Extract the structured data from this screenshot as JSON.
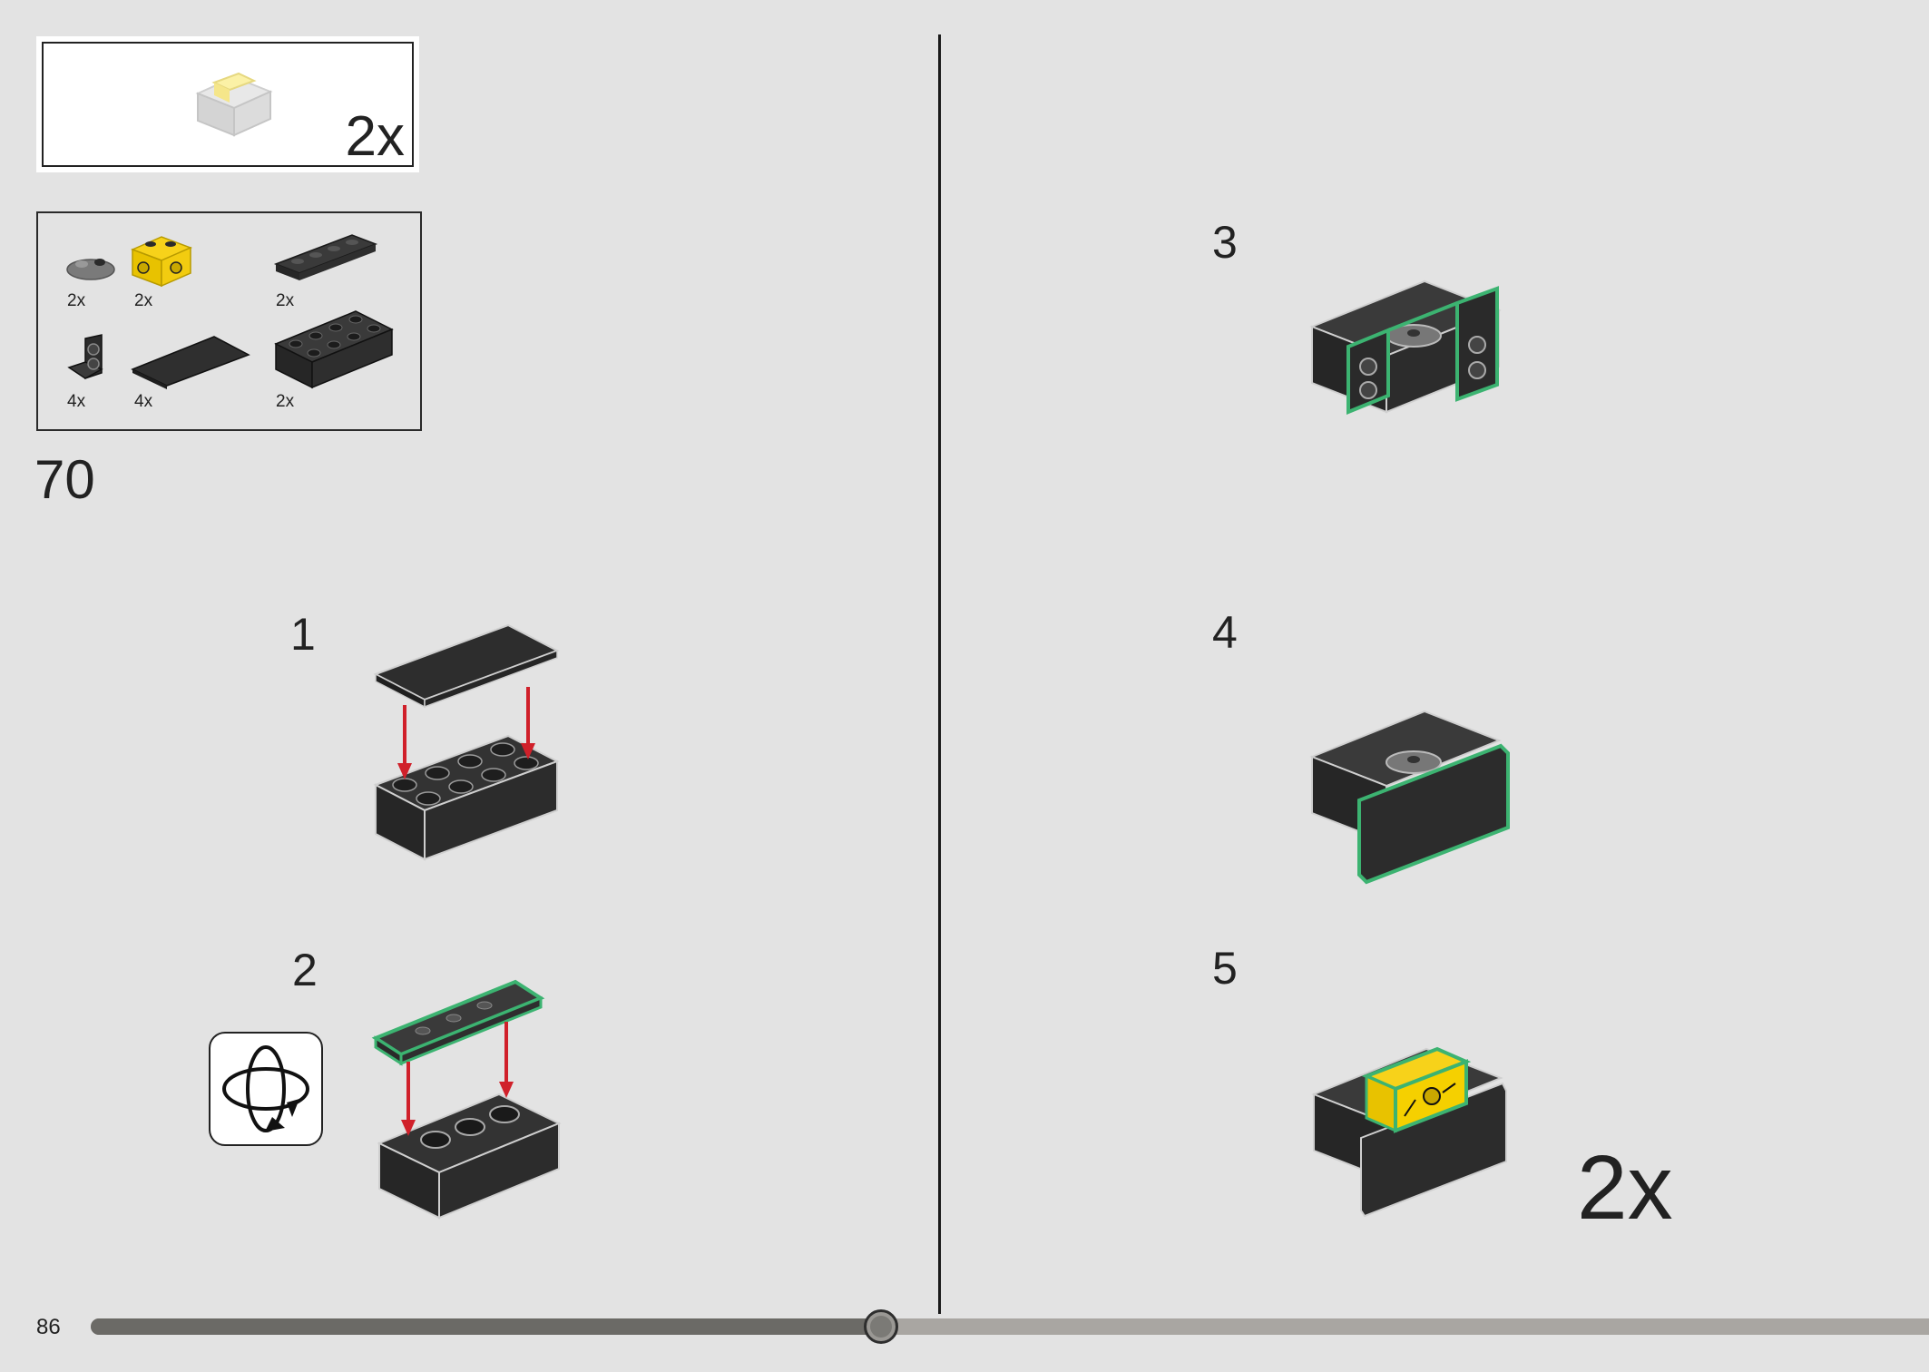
{
  "page_number": "86",
  "progress": {
    "fraction": 0.43
  },
  "callout": {
    "multiplier": "2x"
  },
  "step_number": "70",
  "parts": [
    {
      "name": "gray-round-plate-with-handle",
      "count": "2x"
    },
    {
      "name": "yellow-brick-1x2-with-studs-on-side",
      "count": "2x"
    },
    {
      "name": "dark-plate-1x4",
      "count": "2x"
    },
    {
      "name": "dark-bracket-1x1",
      "count": "4x"
    },
    {
      "name": "dark-tile-2x4",
      "count": "4x"
    },
    {
      "name": "dark-brick-2x4",
      "count": "2x"
    }
  ],
  "substeps": [
    "1",
    "2",
    "3",
    "4",
    "5"
  ],
  "final_multiplier": "2x",
  "colors": {
    "background": "#e3e3e3",
    "brick_dark": "#2c2c2c",
    "highlight_green": "#3cb371",
    "arrow_red": "#d0202a",
    "yellow": "#f5d000"
  },
  "icons": {
    "rotate": "rotate-model-icon"
  }
}
